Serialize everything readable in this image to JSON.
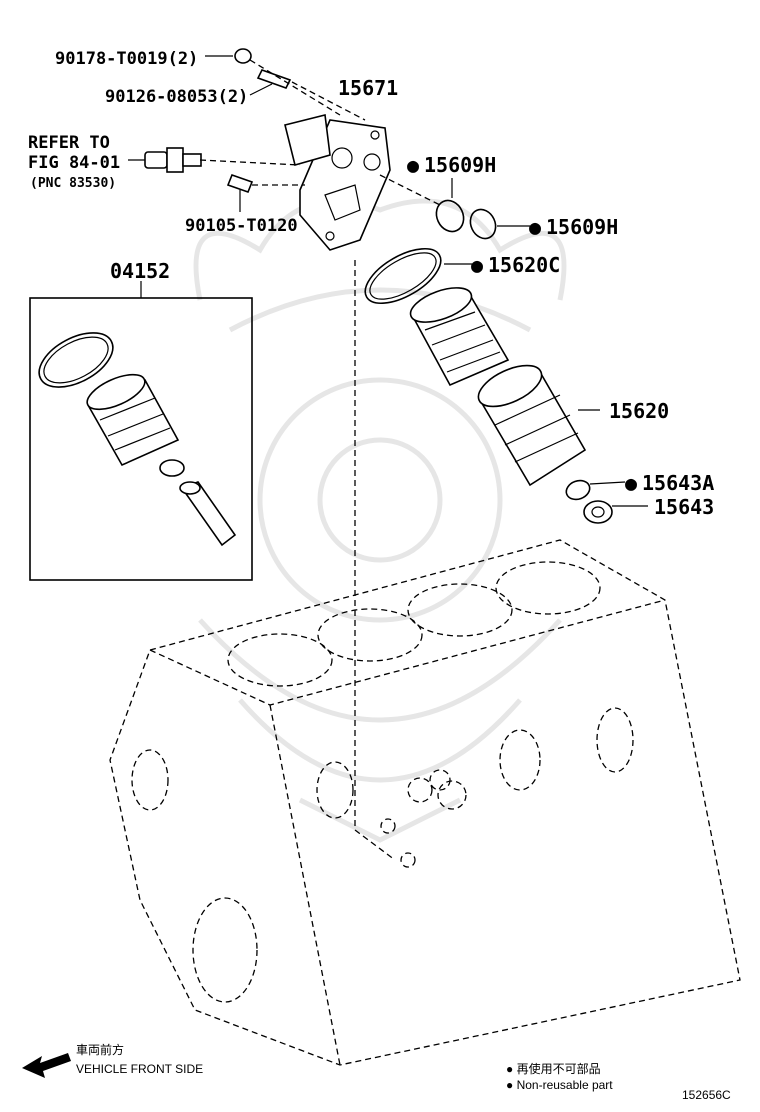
{
  "labels": {
    "p90178": "90178-T0019(2)",
    "p90126": "90126-08053(2)",
    "p15671": "15671",
    "refer1": "REFER TO",
    "refer2": "FIG 84-01",
    "refer3": "(PNC 83530)",
    "p90105": "90105-T0120",
    "p15609h_a": "15609H",
    "p15609h_b": "15609H",
    "p15620c": "15620C",
    "p04152": "04152",
    "p15620": "15620",
    "p15643a": "15643A",
    "p15643": "15643"
  },
  "footer": {
    "direction_jp": "車両前方",
    "direction_en": "VEHICLE FRONT SIDE",
    "legend_jp": "● 再使用不可部品",
    "legend_en": "● Non-reusable part",
    "figure_id": "152656C"
  },
  "markers": {
    "non_reusable_dot": "●"
  },
  "colors": {
    "ink": "#000000",
    "watermark": "#e6e6e6",
    "background": "#ffffff"
  }
}
